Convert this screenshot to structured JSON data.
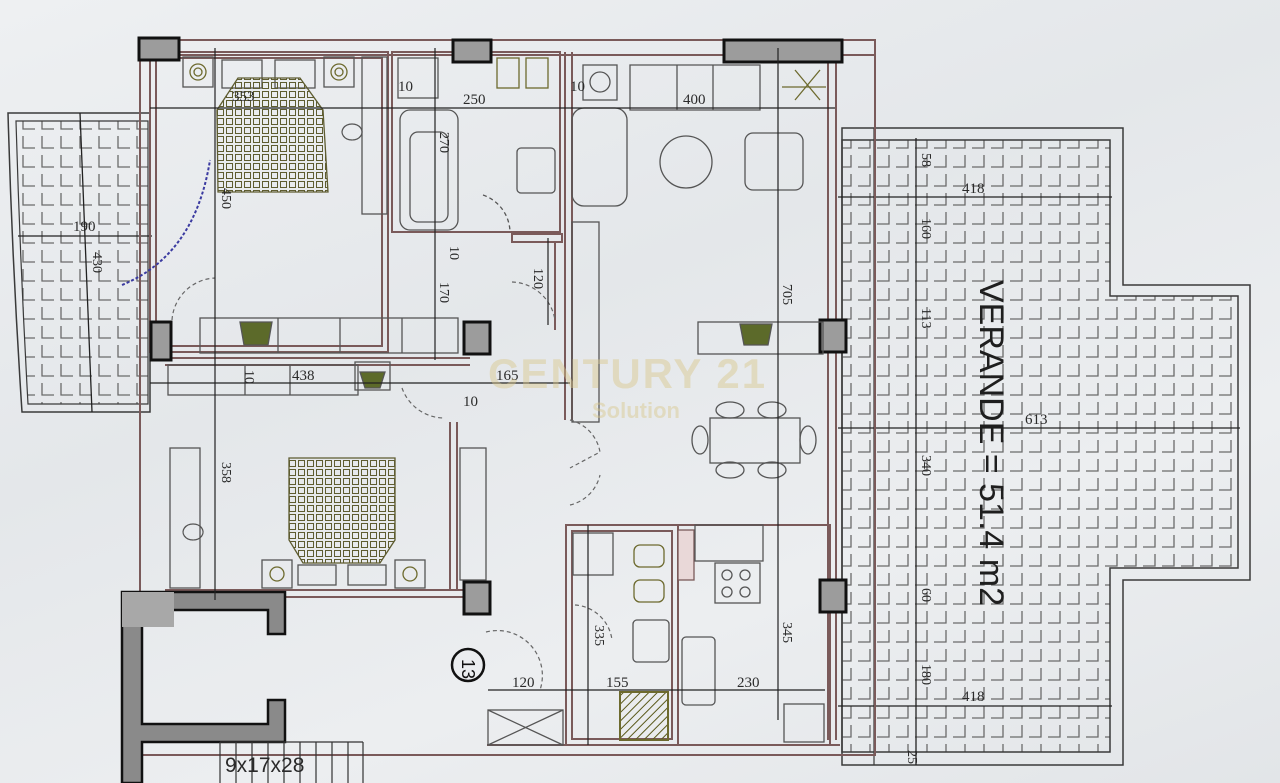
{
  "plan": {
    "watermark": {
      "brand": "CENTURY 21",
      "sub": "Solution"
    },
    "unit_number": "13",
    "stair_label": "9x17x28",
    "verande_label": "VERANDE = 51.4 m2",
    "colors": {
      "wall": "#7a5a5a",
      "column": "#9a9a9a",
      "line": "#2f2f2f",
      "fixture": "#7c7a3a",
      "stamp": "#3a3aa0"
    },
    "dimensions": {
      "bedroom1_width": "353",
      "bedroom1_depth": "450",
      "bath_width": "250",
      "bath_tub": "270",
      "wall_10_a": "10",
      "wall_10_b": "10",
      "wall_10_c": "10",
      "wall_10_d": "10",
      "wall_10_e": "10",
      "living_width": "400",
      "living_depth": "705",
      "hall_170": "170",
      "closet_120": "120",
      "balcony_width": "190",
      "balcony_length": "430",
      "bedroom2_width": "438",
      "hall_165": "165",
      "bedroom2_depth": "358",
      "wc_depth": "335",
      "kitchen_depth": "345",
      "entry_120": "120",
      "wc_width": "155",
      "kitchen_width": "230",
      "ver_58": "58",
      "ver_top_418": "418",
      "ver_160": "160",
      "ver_113": "113",
      "ver_613": "613",
      "ver_340": "340",
      "ver_60": "60",
      "ver_180": "180",
      "ver_bottom_418": "418",
      "ver_25": "25"
    }
  }
}
